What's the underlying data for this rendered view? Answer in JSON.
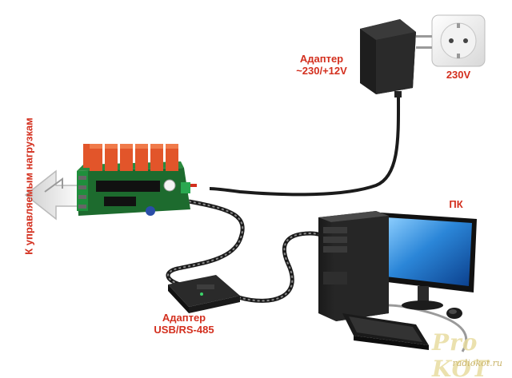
{
  "labels": {
    "adapter_power_line1": "Адаптер",
    "adapter_power_line2": "~230/+12V",
    "socket_voltage": "230V",
    "pc": "ПК",
    "loads": "К управляемым нагрузкам",
    "adapter_usb_line1": "Адаптер",
    "adapter_usb_line2": "USB/RS-485"
  },
  "watermark": {
    "title": "Pro KOT",
    "site": "radiokot.ru"
  },
  "colors": {
    "label_red": "#d32f1e",
    "relay_orange": "#e2552a",
    "pcb_green": "#1d6b2e",
    "cable_dark": "#1b1b1b",
    "monitor_screen": "#1e73c8"
  }
}
